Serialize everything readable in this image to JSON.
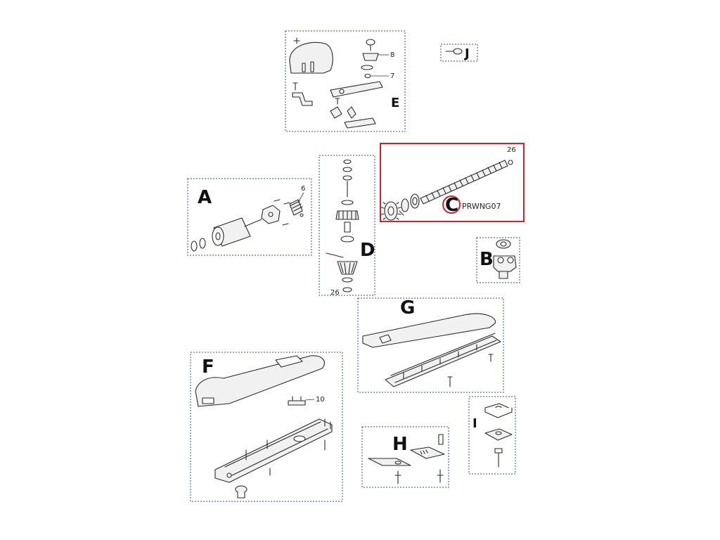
{
  "diagram": {
    "groups": [
      {
        "key": "E",
        "letter": "E",
        "numbers": [
          "8",
          "7"
        ]
      },
      {
        "key": "J",
        "letter": "J",
        "numbers": []
      },
      {
        "key": "A",
        "letter": "A",
        "numbers": [
          "6"
        ]
      },
      {
        "key": "D",
        "letter": "D",
        "numbers": [
          "26"
        ]
      },
      {
        "key": "C",
        "letter": "C",
        "numbers": [
          "26"
        ],
        "code": "PRWNG07",
        "highlighted": true
      },
      {
        "key": "B",
        "letter": "B",
        "numbers": []
      },
      {
        "key": "G",
        "letter": "G",
        "numbers": []
      },
      {
        "key": "F",
        "letter": "F",
        "numbers": [
          "10"
        ]
      },
      {
        "key": "I",
        "letter": "I",
        "numbers": []
      },
      {
        "key": "H",
        "letter": "H",
        "numbers": []
      }
    ],
    "colors": {
      "group_border": "#3b46a8",
      "highlight": "#d3212d"
    }
  }
}
